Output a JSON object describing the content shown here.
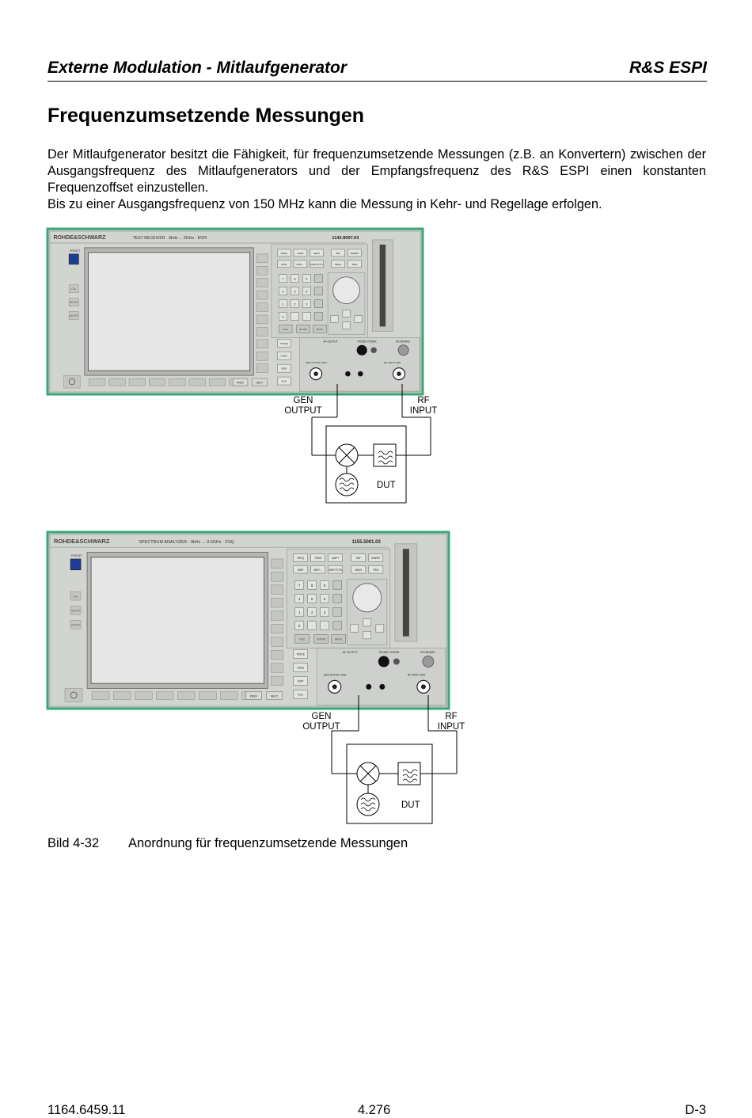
{
  "header": {
    "left": "Externe Modulation - Mitlaufgenerator",
    "right": "R&S ESPI"
  },
  "section_title": "Frequenzumsetzende Messungen",
  "paragraphs": [
    "Der Mitlaufgenerator besitzt die Fähigkeit, für frequenzumsetzende Messungen (z.B. an Konvertern) zwischen der Ausgangsfrequenz des Mitlaufgenerators und der Empfangsfrequenz des R&S ESPI einen konstanten Frequenzoffset einzustellen.",
    "Bis zu einer Ausgangsfrequenz von 150 MHz kann die Messung in Kehr- und Regellage erfolgen."
  ],
  "figure1": {
    "brand": "ROHDE&SCHWARZ",
    "model_line": "TEST RECEIVER  · 9kHz ... 3GHz        ·   ESPI",
    "order_no": "1142.8007.03",
    "gen_label_1": "GEN",
    "gen_label_2": "OUTPUT",
    "rf_label_1": "RF",
    "rf_label_2": "INPUT",
    "dut": "DUT"
  },
  "figure2": {
    "brand": "ROHDE&SCHWARZ",
    "model_line": "SPECTRUM ANALYZER  · 9kHz ... 3.6GHz   ·  FSQ",
    "order_no": "1155.5001.03",
    "gen_label_1": "GEN",
    "gen_label_2": "OUTPUT",
    "rf_label_1": "RF",
    "rf_label_2": "INPUT",
    "dut": "DUT"
  },
  "panel_labels": {
    "preset": "PRESET",
    "cal": "CAL",
    "setup": "SETUP",
    "hcopy": "HCOPY",
    "freq": "FREQ",
    "span": "SPAN",
    "ampt": "AMPT",
    "bw": "BW",
    "sweep": "SWEEP",
    "mkr": "MKR",
    "mkr_arrow": "MKR→",
    "mkr_fctn": "MKR FCTN",
    "meas": "MEAS",
    "trig": "TRIG",
    "trace": "TRACE",
    "lines": "LINES",
    "disp": "DISP",
    "file": "FILE",
    "esc": "ESC",
    "enter": "ENTER",
    "back": "BACK",
    "prev": "PREV",
    "next": "NEXT",
    "af_output": "AF OUTPUT",
    "probe_power": "PROBE POWER",
    "keyboard": "KEYBOARD",
    "gen_output_50": "GEN OUTPUT 50Ω",
    "rf_input_50": "RF INPUT 50Ω",
    "keys": [
      "7",
      "8",
      "9",
      "4",
      "5",
      "6",
      "1",
      "2",
      "3",
      "0",
      ".",
      "-"
    ]
  },
  "caption": {
    "number": "Bild 4-32",
    "text": "Anordnung für frequenzumsetzende Messungen"
  },
  "footer": {
    "left": "1164.6459.11",
    "center": "4.276",
    "right": "D-3"
  }
}
